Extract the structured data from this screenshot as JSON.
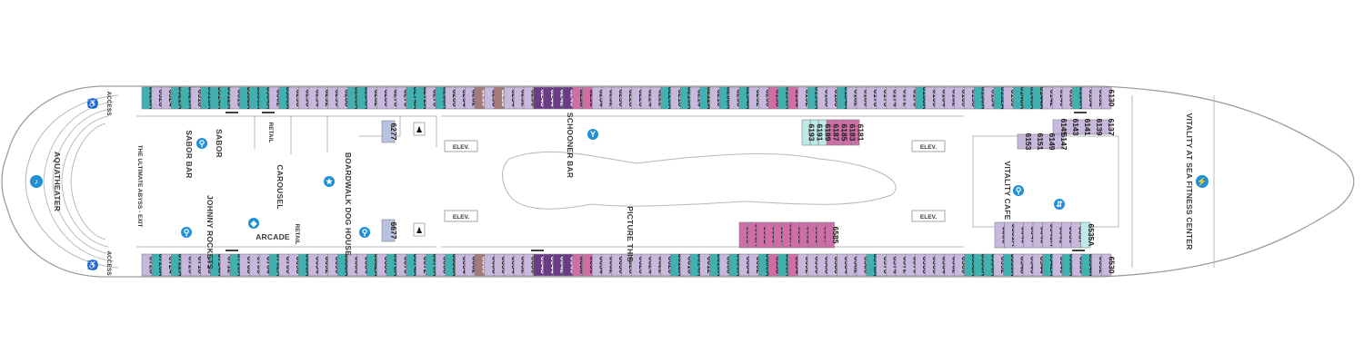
{
  "colors": {
    "teal": "#40b0b0",
    "light_teal": "#bfe9e6",
    "lavender": "#c9b8dd",
    "pink": "#cf6ea6",
    "purple": "#6a3c86",
    "mauve": "#a47a7a",
    "blue_grey": "#b8c2e0",
    "icon_blue": "#1f8fd6"
  },
  "venues": {
    "aquatheater": "AQUATHEATER",
    "access_top": "ACCESS",
    "access_bottom": "ACCESS",
    "abyss": "THE ULTIMATE ABYSS - EXIT",
    "sabor": "SABOR",
    "sabor_bar": "SABOR BAR",
    "retail_top": "RETAIL",
    "retail_bottom": "RETAIL",
    "carousel": "CAROUSEL",
    "johnny_rockets": "JOHNNY ROCKETS",
    "arcade": "ARCADE",
    "boardwalk": "BOARDWALK DOG HOUSE",
    "schooner_bar": "SCHOONER BAR",
    "picture_this": "PICTURE THIS",
    "vitality_cafe": "VITALITY CAFE",
    "fitness_center": "VITALITY AT SEA FITNESS CENTER",
    "elev_tl": "ELEV.",
    "elev_bl": "ELEV.",
    "elev_tr": "ELEV.",
    "elev_br": "ELEV."
  },
  "inner_cabins_top_fore": [
    "6137",
    "6139",
    "6141",
    "6143",
    "6145",
    "6147",
    "6149",
    "6151",
    "6153"
  ],
  "inner_cabins_mid_top": [
    "6181",
    "6183",
    "6185",
    "6187",
    "6189",
    "6191",
    "6193"
  ],
  "cabin_6277": "6277",
  "cabin_6677": "6677",
  "top_cabins": [
    {
      "n": "6328A",
      "c": "teal"
    },
    {
      "n": "6326",
      "c": "lavender"
    },
    {
      "n": "6324",
      "c": "lavender"
    },
    {
      "n": "6322A",
      "c": "teal"
    },
    {
      "n": "6320A",
      "c": "teal"
    },
    {
      "n": "6318",
      "c": "lavender"
    },
    {
      "n": "6316A",
      "c": "teal"
    },
    {
      "n": "6314A",
      "c": "teal"
    },
    {
      "n": "6312A",
      "c": "teal"
    },
    {
      "n": "6310",
      "c": "lavender"
    },
    {
      "n": "6308A",
      "c": "teal"
    },
    {
      "n": "6306A",
      "c": "teal"
    },
    {
      "n": "6304A",
      "c": "teal"
    },
    {
      "n": "6302",
      "c": "lavender"
    },
    {
      "n": "6300A",
      "c": "teal"
    },
    {
      "n": "6298",
      "c": "lavender"
    },
    {
      "n": "6296",
      "c": "lavender"
    },
    {
      "n": "6294",
      "c": "lavender"
    },
    {
      "n": "6292",
      "c": "lavender"
    },
    {
      "n": "6290",
      "c": "lavender"
    },
    {
      "n": "6288",
      "c": "lavender"
    },
    {
      "n": "6286A",
      "c": "teal"
    },
    {
      "n": "6284A",
      "c": "teal"
    },
    {
      "n": "6282",
      "c": "lavender"
    },
    {
      "n": "6280",
      "c": "lavender"
    },
    {
      "n": "6278",
      "c": "lavender"
    },
    {
      "n": "6276",
      "c": "lavender"
    },
    {
      "n": "6274A",
      "c": "teal"
    },
    {
      "n": "6272A",
      "c": "teal"
    },
    {
      "n": "6270",
      "c": "lavender"
    },
    {
      "n": "6268A",
      "c": "teal"
    },
    {
      "n": "6266",
      "c": "lavender"
    },
    {
      "n": "6264",
      "c": "lavender"
    },
    {
      "n": "6262",
      "c": "lavender"
    },
    {
      "n": "6260",
      "c": "mauve"
    },
    {
      "n": "6258",
      "c": "lavender"
    },
    {
      "n": "6256",
      "c": "mauve"
    },
    {
      "n": "6254",
      "c": "lavender"
    },
    {
      "n": "6252",
      "c": "lavender"
    },
    {
      "n": "6250",
      "c": "lavender"
    },
    {
      "n": "6248",
      "c": "purple"
    },
    {
      "n": "6244",
      "c": "purple"
    },
    {
      "n": "6242",
      "c": "purple"
    },
    {
      "n": "6240",
      "c": "purple"
    },
    {
      "n": "6238",
      "c": "pink"
    },
    {
      "n": "6236",
      "c": "pink"
    },
    {
      "n": "6234",
      "c": "lavender"
    },
    {
      "n": "6232",
      "c": "lavender"
    },
    {
      "n": "6230",
      "c": "lavender"
    },
    {
      "n": "6228",
      "c": "lavender"
    },
    {
      "n": "6226",
      "c": "lavender"
    },
    {
      "n": "6224",
      "c": "lavender"
    },
    {
      "n": "6222",
      "c": "lavender"
    },
    {
      "n": "6220A",
      "c": "teal"
    },
    {
      "n": "6218",
      "c": "lavender"
    },
    {
      "n": "6216A",
      "c": "teal"
    },
    {
      "n": "6214",
      "c": "lavender"
    },
    {
      "n": "6212A",
      "c": "teal"
    },
    {
      "n": "6210",
      "c": "lavender"
    },
    {
      "n": "6208A",
      "c": "teal"
    },
    {
      "n": "6206",
      "c": "lavender"
    },
    {
      "n": "6204A",
      "c": "teal"
    },
    {
      "n": "6202",
      "c": "lavender"
    },
    {
      "n": "6200",
      "c": "lavender"
    },
    {
      "n": "6198",
      "c": "pink"
    },
    {
      "n": "6196A",
      "c": "teal"
    },
    {
      "n": "6194",
      "c": "pink"
    },
    {
      "n": "6192",
      "c": "lavender"
    },
    {
      "n": "6190A",
      "c": "teal"
    },
    {
      "n": "6188",
      "c": "lavender"
    },
    {
      "n": "6186",
      "c": "lavender"
    },
    {
      "n": "6184A",
      "c": "teal"
    },
    {
      "n": "6182",
      "c": "lavender"
    },
    {
      "n": "6180",
      "c": "lavender"
    },
    {
      "n": "6178",
      "c": "lavender"
    },
    {
      "n": "6176",
      "c": "lavender"
    },
    {
      "n": "6174",
      "c": "lavender"
    },
    {
      "n": "6172",
      "c": "lavender"
    },
    {
      "n": "6170",
      "c": "lavender"
    },
    {
      "n": "6168A",
      "c": "teal"
    },
    {
      "n": "6166",
      "c": "lavender"
    },
    {
      "n": "6164",
      "c": "lavender"
    },
    {
      "n": "6162",
      "c": "lavender"
    },
    {
      "n": "6160",
      "c": "lavender"
    },
    {
      "n": "6158",
      "c": "lavender"
    },
    {
      "n": "6156A",
      "c": "teal"
    },
    {
      "n": "6154",
      "c": "lavender"
    },
    {
      "n": "6152A",
      "c": "teal"
    },
    {
      "n": "6150",
      "c": "lavender"
    },
    {
      "n": "6148A",
      "c": "teal"
    },
    {
      "n": "6146A",
      "c": "teal"
    },
    {
      "n": "6144A",
      "c": "teal"
    },
    {
      "n": "6142",
      "c": "lavender"
    },
    {
      "n": "6140",
      "c": "lavender"
    },
    {
      "n": "6138",
      "c": "lavender"
    },
    {
      "n": "6136A",
      "c": "teal"
    },
    {
      "n": "6134",
      "c": "lavender"
    },
    {
      "n": "6132",
      "c": "lavender"
    },
    {
      "n": "6130",
      "c": "lavender"
    }
  ],
  "bottom_cabins": [
    {
      "n": "6728",
      "c": "lavender"
    },
    {
      "n": "6726A",
      "c": "teal"
    },
    {
      "n": "6724",
      "c": "lavender"
    },
    {
      "n": "6722A",
      "c": "teal"
    },
    {
      "n": "6720",
      "c": "lavender"
    },
    {
      "n": "6718",
      "c": "lavender"
    },
    {
      "n": "6716",
      "c": "lavender"
    },
    {
      "n": "6714A",
      "c": "teal"
    },
    {
      "n": "6712",
      "c": "lavender"
    },
    {
      "n": "6710A",
      "c": "teal"
    },
    {
      "n": "6708",
      "c": "lavender"
    },
    {
      "n": "6706",
      "c": "lavender"
    },
    {
      "n": "6704",
      "c": "lavender"
    },
    {
      "n": "6702A",
      "c": "teal"
    },
    {
      "n": "6700",
      "c": "lavender"
    },
    {
      "n": "6698",
      "c": "lavender"
    },
    {
      "n": "6696A",
      "c": "teal"
    },
    {
      "n": "6694",
      "c": "lavender"
    },
    {
      "n": "6692",
      "c": "lavender"
    },
    {
      "n": "6690",
      "c": "lavender"
    },
    {
      "n": "6688A",
      "c": "teal"
    },
    {
      "n": "6686",
      "c": "lavender"
    },
    {
      "n": "6684",
      "c": "lavender"
    },
    {
      "n": "6682A",
      "c": "teal"
    },
    {
      "n": "6680",
      "c": "lavender"
    },
    {
      "n": "6678A",
      "c": "teal"
    },
    {
      "n": "6676",
      "c": "lavender"
    },
    {
      "n": "6674A",
      "c": "teal"
    },
    {
      "n": "6672",
      "c": "lavender"
    },
    {
      "n": "6670A",
      "c": "teal"
    },
    {
      "n": "6668",
      "c": "lavender"
    },
    {
      "n": "6666A",
      "c": "teal"
    },
    {
      "n": "6664",
      "c": "lavender"
    },
    {
      "n": "6662",
      "c": "lavender"
    },
    {
      "n": "6660",
      "c": "mauve"
    },
    {
      "n": "6658",
      "c": "lavender"
    },
    {
      "n": "6656",
      "c": "lavender"
    },
    {
      "n": "6654",
      "c": "lavender"
    },
    {
      "n": "6652",
      "c": "lavender"
    },
    {
      "n": "6650",
      "c": "lavender"
    },
    {
      "n": "6648",
      "c": "purple"
    },
    {
      "n": "6644",
      "c": "purple"
    },
    {
      "n": "6642",
      "c": "purple"
    },
    {
      "n": "6640",
      "c": "purple"
    },
    {
      "n": "6638",
      "c": "pink"
    },
    {
      "n": "6636",
      "c": "pink"
    },
    {
      "n": "6634",
      "c": "lavender"
    },
    {
      "n": "6632",
      "c": "lavender"
    },
    {
      "n": "6630",
      "c": "lavender"
    },
    {
      "n": "6628",
      "c": "lavender"
    },
    {
      "n": "6626",
      "c": "lavender"
    },
    {
      "n": "6624",
      "c": "lavender"
    },
    {
      "n": "6622",
      "c": "lavender"
    },
    {
      "n": "6620",
      "c": "lavender"
    },
    {
      "n": "6618A",
      "c": "teal"
    },
    {
      "n": "6616",
      "c": "lavender"
    },
    {
      "n": "6614A",
      "c": "teal"
    },
    {
      "n": "6612",
      "c": "lavender"
    },
    {
      "n": "6610A",
      "c": "teal"
    },
    {
      "n": "6608",
      "c": "lavender"
    },
    {
      "n": "6606A",
      "c": "teal"
    },
    {
      "n": "6604",
      "c": "lavender"
    },
    {
      "n": "6602",
      "c": "lavender"
    },
    {
      "n": "6600A",
      "c": "teal"
    },
    {
      "n": "6598",
      "c": "pink"
    },
    {
      "n": "6596A",
      "c": "teal"
    },
    {
      "n": "6594",
      "c": "pink"
    },
    {
      "n": "6592",
      "c": "lavender"
    },
    {
      "n": "6590",
      "c": "lavender"
    },
    {
      "n": "6588",
      "c": "lavender"
    },
    {
      "n": "6586",
      "c": "lavender"
    },
    {
      "n": "6584",
      "c": "lavender"
    },
    {
      "n": "6582",
      "c": "lavender"
    },
    {
      "n": "6580",
      "c": "lavender"
    },
    {
      "n": "6578A",
      "c": "teal"
    },
    {
      "n": "6576",
      "c": "lavender"
    },
    {
      "n": "6574",
      "c": "lavender"
    },
    {
      "n": "6572",
      "c": "lavender"
    },
    {
      "n": "6570",
      "c": "lavender"
    },
    {
      "n": "6568",
      "c": "lavender"
    },
    {
      "n": "6566",
      "c": "lavender"
    },
    {
      "n": "6564",
      "c": "lavender"
    },
    {
      "n": "6562",
      "c": "lavender"
    },
    {
      "n": "6560",
      "c": "lavender"
    },
    {
      "n": "6558A",
      "c": "teal"
    },
    {
      "n": "6556A",
      "c": "teal"
    },
    {
      "n": "6554A",
      "c": "teal"
    },
    {
      "n": "6552",
      "c": "lavender"
    },
    {
      "n": "6550A",
      "c": "teal"
    },
    {
      "n": "6548",
      "c": "lavender"
    },
    {
      "n": "6546",
      "c": "lavender"
    },
    {
      "n": "6544",
      "c": "lavender"
    },
    {
      "n": "6542A",
      "c": "teal"
    },
    {
      "n": "6540",
      "c": "lavender"
    },
    {
      "n": "6538A",
      "c": "teal"
    },
    {
      "n": "6536",
      "c": "lavender"
    },
    {
      "n": "6534A",
      "c": "teal"
    },
    {
      "n": "6532",
      "c": "lavender"
    },
    {
      "n": "6530",
      "c": "lavender"
    }
  ],
  "inner_cabins_mid_bottom": [
    {
      "n": "6605",
      "c": "pink"
    },
    {
      "n": "6603A",
      "c": "pink"
    },
    {
      "n": "6601",
      "c": "pink"
    },
    {
      "n": "6599",
      "c": "pink"
    },
    {
      "n": "6597",
      "c": "pink"
    },
    {
      "n": "6595A",
      "c": "pink"
    },
    {
      "n": "6593",
      "c": "pink"
    },
    {
      "n": "6591",
      "c": "pink"
    },
    {
      "n": "6589",
      "c": "pink"
    },
    {
      "n": "6587",
      "c": "pink"
    },
    {
      "n": "6585",
      "c": "pink"
    }
  ],
  "inner_cabins_fore_bottom": [
    {
      "n": "6553",
      "c": "lavender"
    },
    {
      "n": "6551A",
      "c": "lavender"
    },
    {
      "n": "6549",
      "c": "lavender"
    },
    {
      "n": "6547",
      "c": "lavender"
    },
    {
      "n": "6545",
      "c": "lavender"
    },
    {
      "n": "6543A",
      "c": "lavender"
    },
    {
      "n": "6541",
      "c": "lavender"
    },
    {
      "n": "6539",
      "c": "lavender"
    },
    {
      "n": "6537",
      "c": "lavender"
    },
    {
      "n": "6535A",
      "c": "light_teal"
    }
  ]
}
